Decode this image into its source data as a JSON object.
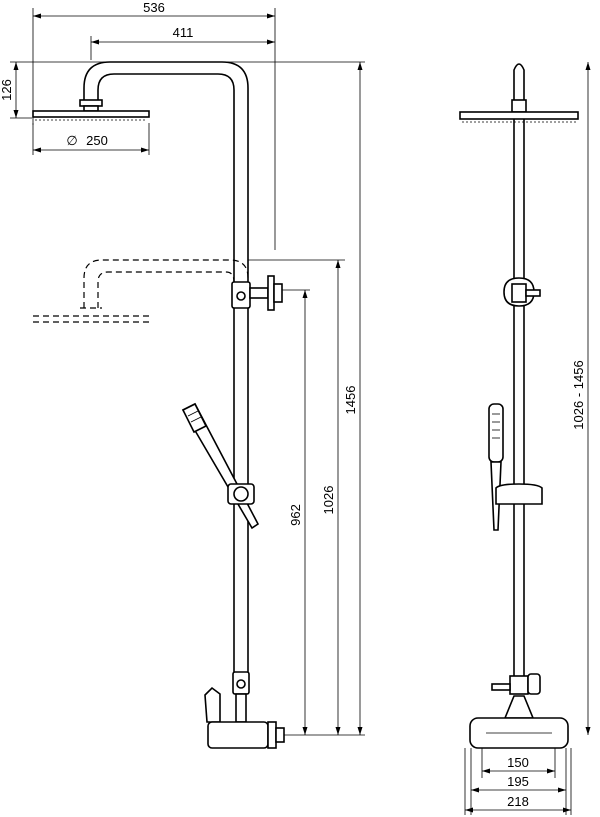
{
  "drawing": {
    "side_view": {
      "dim_total_width": "536",
      "dim_arm_width": "411",
      "dim_head_height": "126",
      "dim_head_diameter": "250",
      "diameter_symbol": "∅",
      "dim_total_height": "1456",
      "dim_min_height": "1026",
      "dim_slide_height": "962"
    },
    "front_view": {
      "dim_height_range": "1026 - 1456",
      "dim_mixer_spacing": "150",
      "dim_mixer_mid": "195",
      "dim_mixer_total": "218"
    }
  }
}
